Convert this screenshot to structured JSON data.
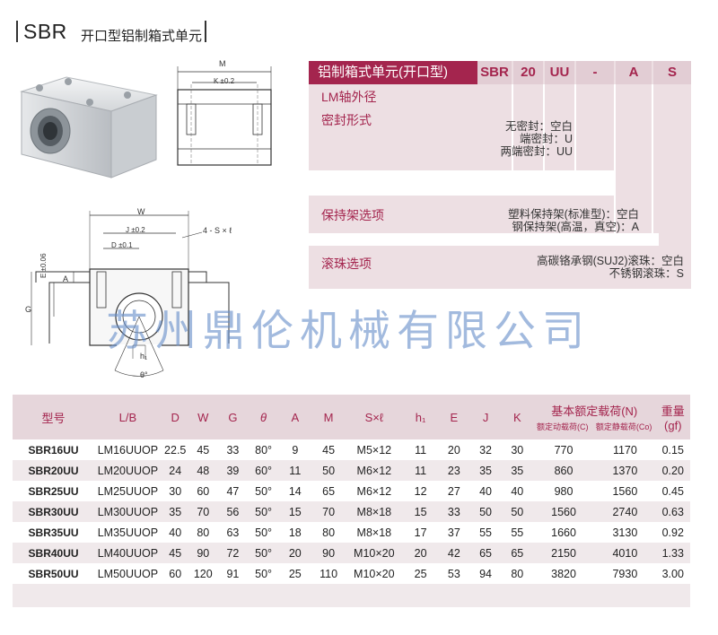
{
  "header": {
    "code": "SBR",
    "name": "开口型铝制箱式单元"
  },
  "code_chart": {
    "head": "铝制箱式单元(开口型)",
    "codes": [
      "SBR",
      "20",
      "UU",
      "-",
      "A",
      "S"
    ],
    "lm_label": "LM轴外径",
    "seal": {
      "label": "密封形式",
      "options": [
        "无密封：空白",
        "端密封：U",
        "两端密封：UU"
      ]
    },
    "retainer": {
      "label": "保持架选项",
      "options": [
        "塑料保持架(标准型)：空白",
        "钢保持架(高温，真空)：A"
      ]
    },
    "ball": {
      "label": "滚珠选项",
      "options": [
        "高碳铬承钢(SUJ2)滚珠：空白",
        "不锈钢滚珠：S"
      ]
    }
  },
  "drawing_labels": {
    "top_M": "M",
    "top_K": "K ±0.2",
    "W": "W",
    "J": "J ±0.2",
    "D": "D ±0.1",
    "SxL": "4 - S × ℓ",
    "E": "E ±0.06",
    "A": "A",
    "G": "G",
    "h1": "h₁",
    "theta": "θ°"
  },
  "watermark": "苏州鼎伦机械有限公司",
  "table": {
    "headers": [
      "型号",
      "L/B",
      "D",
      "W",
      "G",
      "θ",
      "A",
      "M",
      "S×ℓ",
      "h₁",
      "E",
      "J",
      "K"
    ],
    "load_header": "基本额定载荷(N)",
    "load_sub": [
      "额定动载荷(C)",
      "额定静载荷(Co)"
    ],
    "weight_header": "重量",
    "weight_unit": "(gf)",
    "rows": [
      [
        "SBR16UU",
        "LM16UUOP",
        "22.5",
        "45",
        "33",
        "80°",
        "9",
        "45",
        "M5×12",
        "11",
        "20",
        "32",
        "30",
        "770",
        "1170",
        "0.15"
      ],
      [
        "SBR20UU",
        "LM20UUOP",
        "24",
        "48",
        "39",
        "60°",
        "11",
        "50",
        "M6×12",
        "11",
        "23",
        "35",
        "35",
        "860",
        "1370",
        "0.20"
      ],
      [
        "SBR25UU",
        "LM25UUOP",
        "30",
        "60",
        "47",
        "50°",
        "14",
        "65",
        "M6×12",
        "12",
        "27",
        "40",
        "40",
        "980",
        "1560",
        "0.45"
      ],
      [
        "SBR30UU",
        "LM30UUOP",
        "35",
        "70",
        "56",
        "50°",
        "15",
        "70",
        "M8×18",
        "15",
        "33",
        "50",
        "50",
        "1560",
        "2740",
        "0.63"
      ],
      [
        "SBR35UU",
        "LM35UUOP",
        "40",
        "80",
        "63",
        "50°",
        "18",
        "80",
        "M8×18",
        "17",
        "37",
        "55",
        "55",
        "1660",
        "3130",
        "0.92"
      ],
      [
        "SBR40UU",
        "LM40UUOP",
        "45",
        "90",
        "72",
        "50°",
        "20",
        "90",
        "M10×20",
        "20",
        "42",
        "65",
        "65",
        "2150",
        "4010",
        "1.33"
      ],
      [
        "SBR50UU",
        "LM50UUOP",
        "60",
        "120",
        "91",
        "50°",
        "25",
        "110",
        "M10×20",
        "25",
        "53",
        "94",
        "80",
        "3820",
        "7930",
        "3.00"
      ]
    ]
  },
  "colors": {
    "accent": "#a4254e",
    "panel": "#eddfe3",
    "row_alt": "#f0e9eb"
  }
}
